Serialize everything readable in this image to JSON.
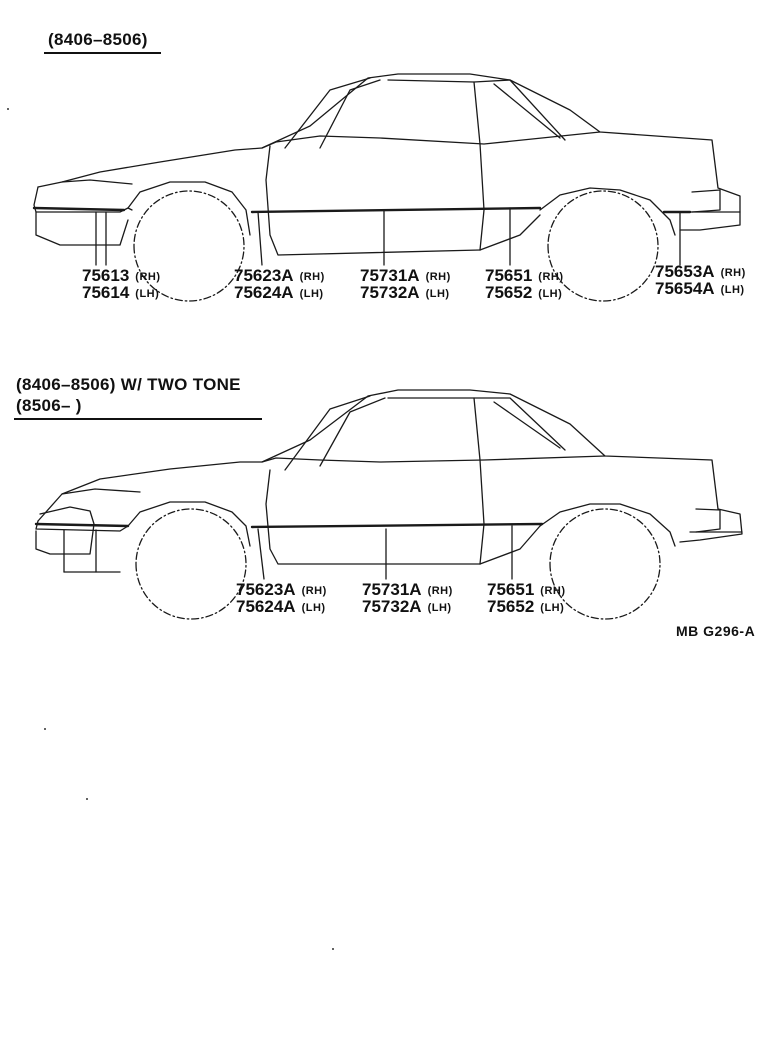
{
  "diagram1": {
    "header": "(8406–8506)",
    "labels": [
      {
        "rh": "75613",
        "lh": "75614"
      },
      {
        "rh": "75623A",
        "lh": "75624A"
      },
      {
        "rh": "75731A",
        "lh": "75732A"
      },
      {
        "rh": "75651",
        "lh": "75652"
      },
      {
        "rh": "75653A",
        "lh": "75654A"
      }
    ]
  },
  "diagram2": {
    "header_line1": "(8406–8506) W/ TWO  TONE",
    "header_line2": "(8506–        )",
    "labels": [
      {
        "rh": "75623A",
        "lh": "75624A"
      },
      {
        "rh": "75731A",
        "lh": "75732A"
      },
      {
        "rh": "75651",
        "lh": "75652"
      }
    ]
  },
  "suffix_rh": "(RH)",
  "suffix_lh": "(LH)",
  "reference": "MB  G296-A"
}
